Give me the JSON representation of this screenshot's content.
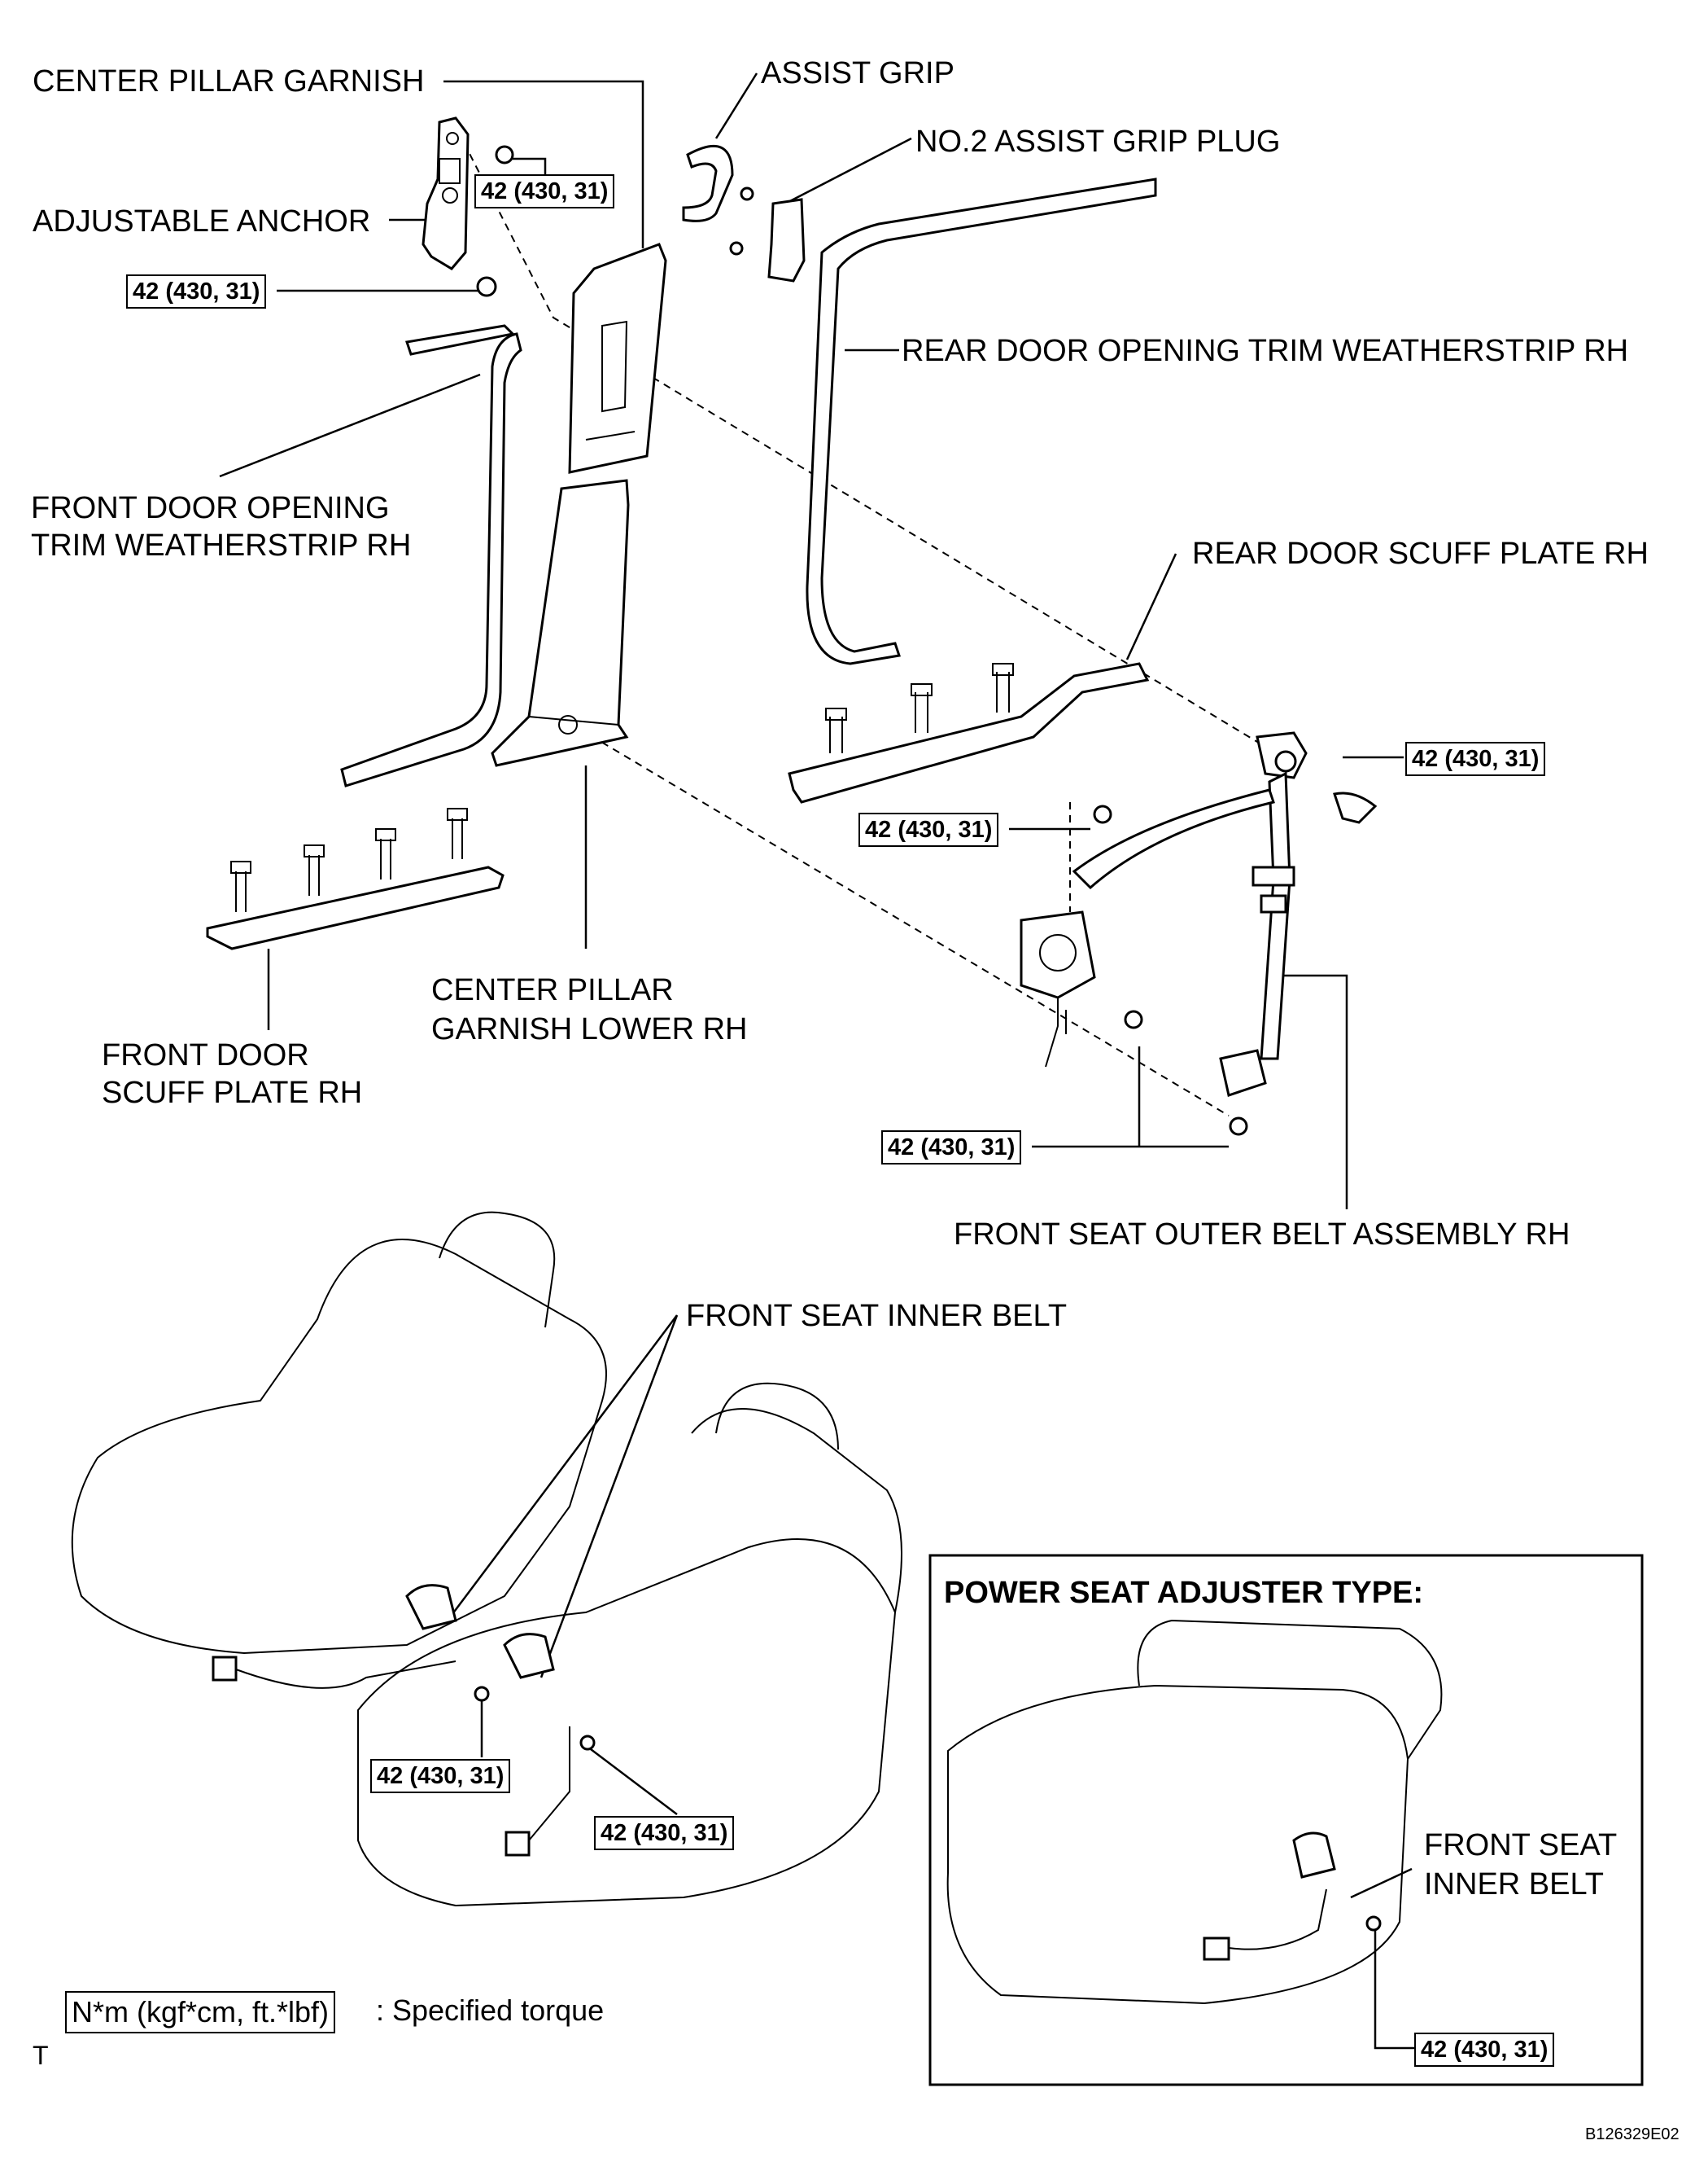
{
  "labels": {
    "center_pillar_garnish": "CENTER PILLAR GARNISH",
    "assist_grip": "ASSIST GRIP",
    "no2_assist_grip_plug": "NO.2 ASSIST GRIP PLUG",
    "adjustable_anchor": "ADJUSTABLE ANCHOR",
    "rear_door_opening_trim_weatherstrip": "REAR DOOR OPENING TRIM WEATHERSTRIP RH",
    "front_door_opening_line1": "FRONT DOOR OPENING",
    "front_door_opening_line2": "TRIM WEATHERSTRIP RH",
    "rear_door_scuff_plate": "REAR DOOR SCUFF PLATE RH",
    "center_pillar_lower_line1": "CENTER PILLAR",
    "center_pillar_lower_line2": "GARNISH LOWER RH",
    "front_door_scuff_line1": "FRONT DOOR",
    "front_door_scuff_line2": "SCUFF PLATE RH",
    "front_seat_outer_belt": "FRONT SEAT OUTER BELT ASSEMBLY RH",
    "front_seat_inner_belt": "FRONT SEAT INNER BELT",
    "inset_inner_belt_line1": "FRONT SEAT",
    "inset_inner_belt_line2": "INNER BELT"
  },
  "torque_value": "42 (430, 31)",
  "inset": {
    "title": "POWER SEAT ADJUSTER TYPE:"
  },
  "legend": {
    "unit": "N*m (kgf*cm, ft.*lbf)",
    "description": ": Specified torque"
  },
  "footer": {
    "left_mark": "T",
    "figure_id": "B126329E02"
  }
}
